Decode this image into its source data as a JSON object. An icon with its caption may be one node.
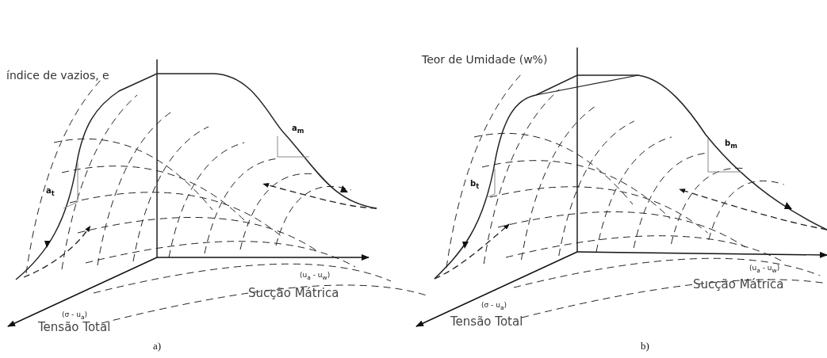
{
  "diagram": {
    "labels": [
      "índice de vazios, e",
      "a$_{m}$",
      "a$_{t}$",
      "(u$_{a}$ - u$_{w}$)",
      "Sucção Mátrica",
      "(σ - u$_{a}$)",
      "Tensão Total",
      "a)",
      "Teor de Umidade (w%)",
      "b$_{m}$",
      "b$_{t}$",
      "(u$_{a}$ - u$_{w}$)",
      "Sucção Mátrica",
      "(σ - u$_{a}$)",
      "Tensão Total",
      "b)"
    ]
  }
}
